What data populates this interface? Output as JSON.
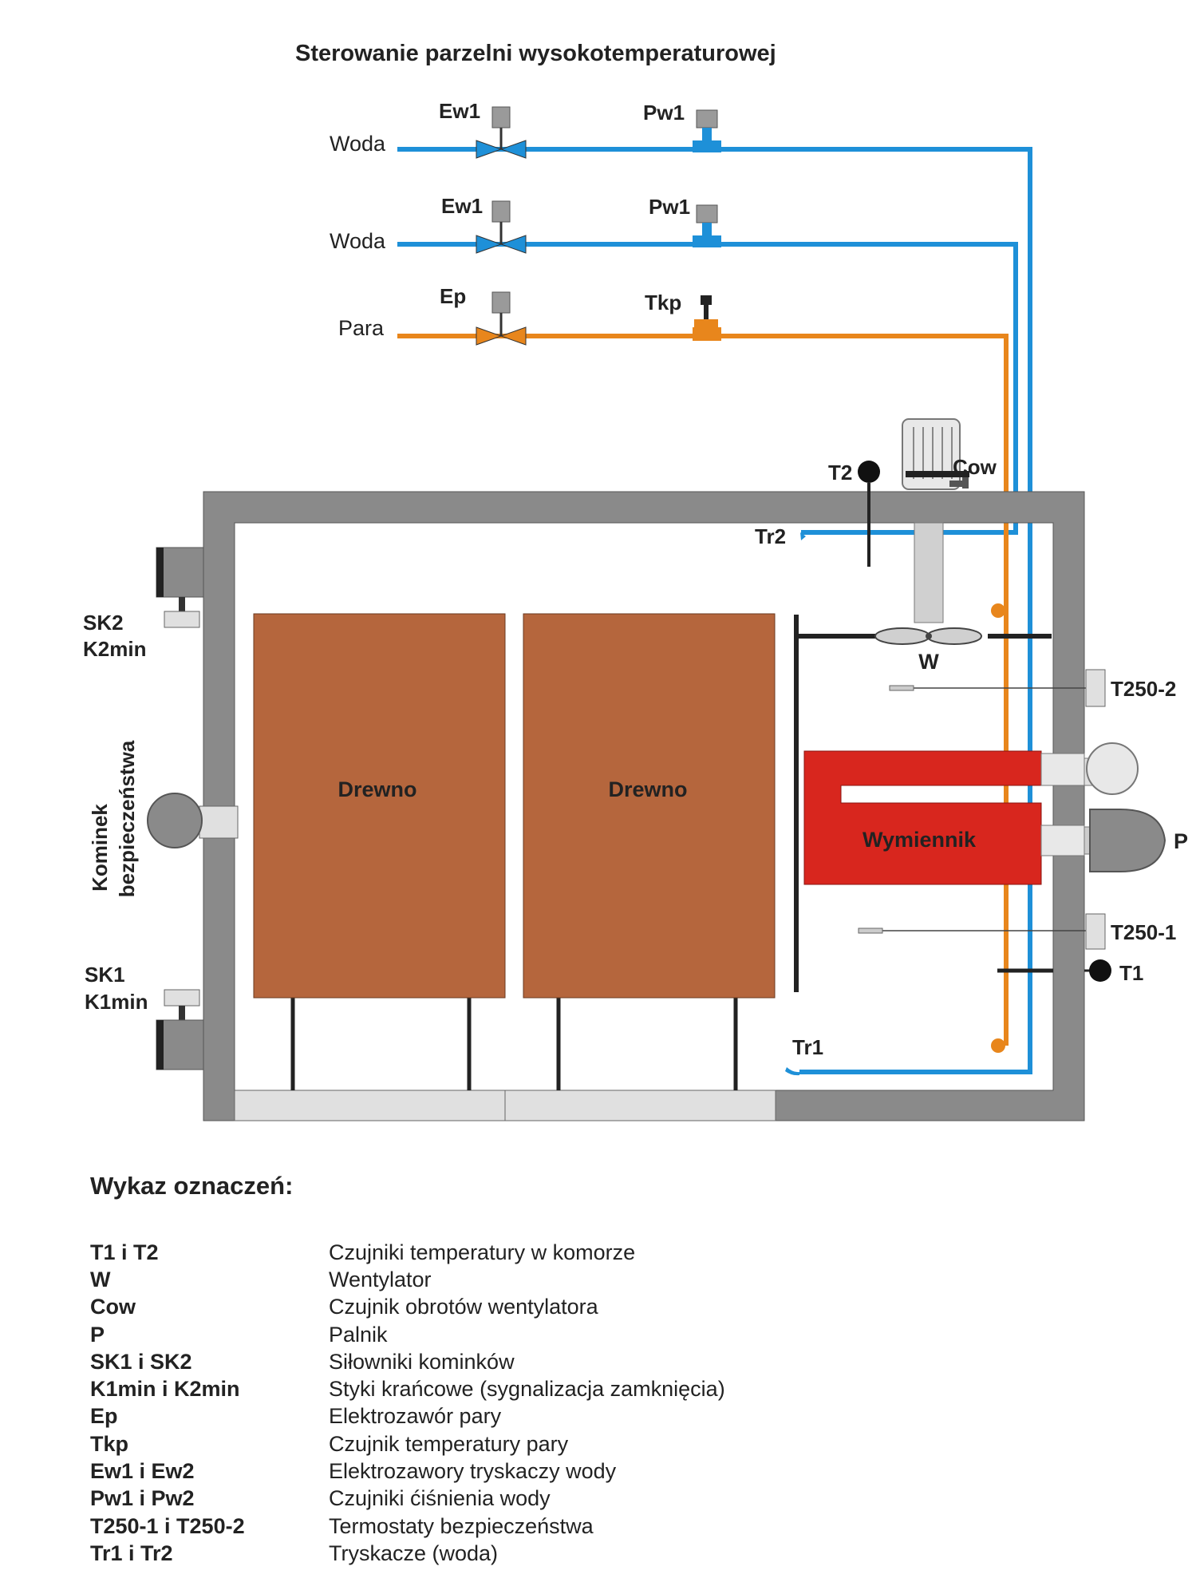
{
  "title": "Sterowanie parzelni wysokotemperaturowej",
  "colors": {
    "water": "#1e90d8",
    "steam": "#e8861c",
    "wall": "#8a8a8a",
    "wood": "#b5663d",
    "exchanger": "#d8261e",
    "light": "#e0e0e0"
  },
  "pipes": {
    "water1": {
      "label": "Woda",
      "valve": "Ew1",
      "sensor": "Pw1"
    },
    "water2": {
      "label": "Woda",
      "valve": "Ew1",
      "sensor": "Pw1"
    },
    "steam": {
      "label": "Para",
      "valve": "Ep",
      "sensor": "Tkp"
    }
  },
  "chamber": {
    "wood1": "Drewno",
    "wood2": "Drewno",
    "exchanger": "Wymiennik",
    "fan": "W",
    "fan_sensor": "Cow",
    "t2": "T2",
    "t1": "T1",
    "tr2": "Tr2",
    "tr1": "Tr1",
    "t250_2": "T250-2",
    "t250_1": "T250-1",
    "burner": "P",
    "sk2": "SK2",
    "k2min": "K2min",
    "sk1": "SK1",
    "k1min": "K1min",
    "chimney_line1": "Kominek",
    "chimney_line2": "bezpieczeństwa"
  },
  "legend": {
    "title": "Wykaz oznaczeń:",
    "items": [
      {
        "code": "T1 i T2",
        "desc": "Czujniki temperatury w komorze"
      },
      {
        "code": "W",
        "desc": "Wentylator"
      },
      {
        "code": "Cow",
        "desc": "Czujnik obrotów wentylatora"
      },
      {
        "code": "P",
        "desc": "Palnik"
      },
      {
        "code": "SK1 i SK2",
        "desc": "Siłowniki kominków"
      },
      {
        "code": "K1min i K2min",
        "desc": "Styki krańcowe (sygnalizacja zamknięcia)"
      },
      {
        "code": "Ep",
        "desc": "Elektrozawór pary"
      },
      {
        "code": "Tkp",
        "desc": "Czujnik temperatury pary"
      },
      {
        "code": "Ew1 i Ew2",
        "desc": "Elektrozawory tryskaczy wody"
      },
      {
        "code": "Pw1 i Pw2",
        "desc": "Czujniki ćiśnienia wody"
      },
      {
        "code": "T250-1 i T250-2",
        "desc": "Termostaty bezpieczeństwa"
      },
      {
        "code": "Tr1 i Tr2",
        "desc": "Tryskacze (woda)"
      }
    ]
  }
}
